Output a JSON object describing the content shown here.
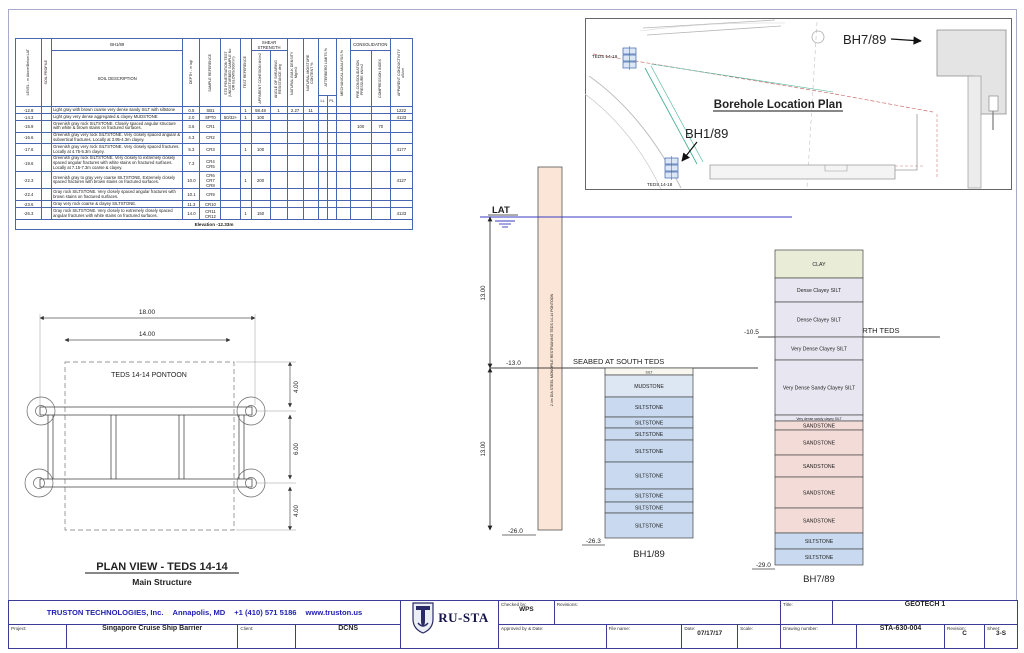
{
  "colors": {
    "pile": "#fbe5d6",
    "siltstone": "#c9daf0",
    "mudstone": "#dde6f3",
    "silt_top": "#f7f6ef",
    "clay": "#e9edd8",
    "clayey_silt": "#e8e6f1",
    "sandstone": "#f3dcd8",
    "water_line": "#3a3ac0",
    "table_border": "#4a66b0"
  },
  "borehole_table": {
    "bands": {
      "bh": "BH1/89",
      "shear": "SHEAR STRENGTH",
      "consolidation": "CONSOLIDATION",
      "atterberg": "ATTERBERG LIMITS %",
      "ll": "LL",
      "pl": "PL"
    },
    "headers": {
      "level": "LEVEL - m Above/Below LAT",
      "profile": "SOIL PROFILE",
      "desc": "SOIL DESCRIPTION",
      "depth": "DEPTH - m bgl",
      "sample": "SAMPLE REFERENCE",
      "spt": "STD PENETRATION TEST (UNDISTURBED SAMPLE No OR BLOWS/300mm)",
      "test": "TEST REFERENCE",
      "coh": "APPARENT COHESION kN/m2",
      "ang": "ANGLE OF SHEARING RESISTANCE deg",
      "dens": "NATURAL BULK DENSITY Mg/m3",
      "moist": "NATURAL MOISTURE CONTENT %",
      "mech": "MECHANICAL ANALYSIS %",
      "precon": "PRE-CONSOLIDATION PRESSURE kN/m2",
      "comp": "COMPRESSION INDEX",
      "cond": "APPARENT CONDUCTIVITY uS/cm"
    },
    "rows": [
      {
        "level": "-12.8",
        "desc": "Light gray with brown coarse very dense sandy SILT with siltstone",
        "depth": "0.5",
        "sample": "SB1",
        "spt": "",
        "test": "1",
        "coh": "58.48",
        "ang": "1",
        "dens": "2.27",
        "moist": "11",
        "ll": "",
        "pl": "",
        "mech": "",
        "precon": "",
        "comp": "",
        "cond": "1222"
      },
      {
        "level": "-14.3",
        "desc": "Light gray very dense aggregated & clayey MUDSTONE",
        "depth": "2.0",
        "sample": "SPT0",
        "spt": "50/32+",
        "test": "1",
        "coh": "100",
        "ang": "",
        "dens": "",
        "moist": "",
        "ll": "",
        "pl": "",
        "mech": "",
        "precon": "",
        "comp": "",
        "cond": "4133"
      },
      {
        "level": "-15.9",
        "desc": "Greenish gray rock SILTSTONE. Closely spaced angular structure with white & brown stains on fractured surfaces.",
        "depth": "3.6",
        "sample": "CR1",
        "spt": "",
        "test": "",
        "coh": "",
        "ang": "",
        "dens": "",
        "moist": "",
        "ll": "",
        "pl": "",
        "mech": "",
        "precon": "100",
        "comp": "70",
        "cond": ""
      },
      {
        "level": "-16.6",
        "desc": "Greenish gray very rock SILTSTONE. Very closely spaced angular & subvertical fractures. Locally at 3.95-4.3m clayey.",
        "depth": "4.3",
        "sample": "CR2",
        "spt": "",
        "test": "",
        "coh": "",
        "ang": "",
        "dens": "",
        "moist": "",
        "ll": "",
        "pl": "",
        "mech": "",
        "precon": "",
        "comp": "",
        "cond": ""
      },
      {
        "level": "-17.6",
        "desc": "Greenish gray very rock SILTSTONE. Very closely spaced fractures. Locally at 4.75-5.3m clayey.",
        "depth": "5.3",
        "sample": "CR3",
        "spt": "",
        "test": "1",
        "coh": "100",
        "ang": "",
        "dens": "",
        "moist": "",
        "ll": "",
        "pl": "",
        "mech": "",
        "precon": "",
        "comp": "",
        "cond": "4177"
      },
      {
        "level": "-19.6",
        "desc": "Greenish gray rock SILTSTONE. Very closely to extremely closely spaced angular fractures with white stains on fractured surfaces. Locally at 7.15-7.3m coarse & clayey.",
        "depth": "7.3",
        "sample": "CR4 CR5",
        "spt": "",
        "test": "",
        "coh": "",
        "ang": "",
        "dens": "",
        "moist": "",
        "ll": "",
        "pl": "",
        "mech": "",
        "precon": "",
        "comp": "",
        "cond": ""
      },
      {
        "level": "-22.3",
        "desc": "Greenish gray to gray very coarse SILTSTONE. Extremely closely spaced fractures with brown stains on fractured surfaces.",
        "depth": "10.0",
        "sample": "CR6 CR7 CR8",
        "spt": "",
        "test": "1",
        "coh": "200",
        "ang": "",
        "dens": "",
        "moist": "",
        "ll": "",
        "pl": "",
        "mech": "",
        "precon": "",
        "comp": "",
        "cond": "4127"
      },
      {
        "level": "-22.4",
        "desc": "Gray rock SILTSTONE. Very closely spaced angular fractures with brown stains on fractured surfaces.",
        "depth": "10.1",
        "sample": "CR9",
        "spt": "",
        "test": "",
        "coh": "",
        "ang": "",
        "dens": "",
        "moist": "",
        "ll": "",
        "pl": "",
        "mech": "",
        "precon": "",
        "comp": "",
        "cond": ""
      },
      {
        "level": "-23.6",
        "desc": "Gray very rock coarse & clayey SILTSTONE.",
        "depth": "11.3",
        "sample": "CR10",
        "spt": "",
        "test": "",
        "coh": "",
        "ang": "",
        "dens": "",
        "moist": "",
        "ll": "",
        "pl": "",
        "mech": "",
        "precon": "",
        "comp": "",
        "cond": ""
      },
      {
        "level": "-26.3",
        "desc": "Gray rock SILTSTONE. Very closely to extremely closely spaced angular fractures with white stains on fractured surfaces.",
        "depth": "14.0",
        "sample": "CR11 CR12",
        "spt": "",
        "test": "1",
        "coh": "150",
        "ang": "",
        "dens": "",
        "moist": "",
        "ll": "",
        "pl": "",
        "mech": "",
        "precon": "",
        "comp": "",
        "cond": "4133"
      }
    ],
    "footer": "Elevation -12.33m"
  },
  "location_plan": {
    "title": "Borehole Location Plan",
    "bh7_label": "BH7/89",
    "bh1_label": "BH1/89",
    "teds_top_label": "TEDS 14-19",
    "teds_bottom_label": "TEDS 14-18"
  },
  "plan_view": {
    "dim_overall": "18.00",
    "dim_inner": "14.00",
    "pontoon_label": "TEDS 14-14 PONTOON",
    "dim_top": "4.00",
    "dim_mid": "6.00",
    "dim_bottom": "4.00",
    "title": "PLAN VIEW - TEDS 14-14",
    "subtitle": "Main Structure"
  },
  "profile": {
    "lat_label": "LAT",
    "dim_upper": "13.00",
    "dim_lower": "13.00",
    "level_south_seabed": "-13.0",
    "seabed_south": "SEABED AT SOUTH TEDS",
    "pile_tip_level": "-26.0",
    "pile_text": "2.4m DIA STEEL MONOPILE RESTRAINING TEDS 14-14 PONTOON",
    "level_north_seabed": "-10.5",
    "seabed_north": "SEABED AT NORTH TEDS",
    "bh1": {
      "label": "BH1/89",
      "bottom_level": "-26.3",
      "layers": [
        {
          "name": "SILT",
          "h": 7,
          "c": "silt_top"
        },
        {
          "name": "MUDSTONE",
          "h": 22,
          "c": "mudstone"
        },
        {
          "name": "SILTSTONE",
          "h": 20,
          "c": "siltstone"
        },
        {
          "name": "SILTSTONE",
          "h": 11,
          "c": "siltstone"
        },
        {
          "name": "SILTSTONE",
          "h": 12,
          "c": "siltstone"
        },
        {
          "name": "SILTSTONE",
          "h": 22,
          "c": "siltstone"
        },
        {
          "name": "SILTSTONE",
          "h": 27,
          "c": "siltstone"
        },
        {
          "name": "SILTSTONE",
          "h": 13,
          "c": "siltstone"
        },
        {
          "name": "SILTSTONE",
          "h": 11,
          "c": "siltstone"
        },
        {
          "name": "SILTSTONE",
          "h": 25,
          "c": "siltstone"
        }
      ]
    },
    "bh7": {
      "label": "BH7/89",
      "bottom_level": "-29.0",
      "layers": [
        {
          "name": "CLAY",
          "h": 28,
          "c": "clay"
        },
        {
          "name": "Dense Clayey SILT",
          "h": 24,
          "c": "clayey_silt"
        },
        {
          "name": "Dense Clayey SILT",
          "h": 35,
          "c": "clayey_silt"
        },
        {
          "name": "Very Dense Clayey SILT",
          "h": 23,
          "c": "clayey_silt"
        },
        {
          "name": "Very Dense Sandy Clayey SILT",
          "h": 55,
          "c": "clayey_silt"
        },
        {
          "name": "Very dense sandy clayey SILT",
          "h": 6,
          "c": "clayey_silt"
        },
        {
          "name": "SANDSTONE",
          "h": 9,
          "c": "sandstone"
        },
        {
          "name": "SANDSTONE",
          "h": 25,
          "c": "sandstone"
        },
        {
          "name": "SANDSTONE",
          "h": 22,
          "c": "sandstone"
        },
        {
          "name": "SANDSTONE",
          "h": 31,
          "c": "sandstone"
        },
        {
          "name": "SANDSTONE",
          "h": 25,
          "c": "sandstone"
        },
        {
          "name": "SILTSTONE",
          "h": 16,
          "c": "siltstone"
        },
        {
          "name": "SILTSTONE",
          "h": 16,
          "c": "siltstone"
        }
      ]
    }
  },
  "title_block": {
    "company": {
      "name": "TRUSTON TECHNOLOGIES, Inc.",
      "location": "Annapolis, MD",
      "phone": "+1 (410) 571 5186",
      "web": "www.truston.us"
    },
    "project_label": "Project:",
    "project": "Singapore Cruise Ship Barrier",
    "client_label": "Client:",
    "client": "DCNS",
    "logo_t": "T",
    "logo_rest": "RU-STA",
    "checked_label": "Checked by:",
    "checked": "WPS",
    "revisions_label": "Revisions:",
    "approved_label": "Approved by & Date:",
    "filename_label": "File name:",
    "date_label": "Date:",
    "date": "07/17/17",
    "scale_label": "Scale:",
    "title_label": "Title:",
    "title": "GEOTECH 1",
    "drawing_label": "Drawing number:",
    "drawing": "STA-630-004",
    "revision_label": "Revision:",
    "revision": "C",
    "sheet_label": "Sheet:",
    "sheet": "3-S"
  }
}
